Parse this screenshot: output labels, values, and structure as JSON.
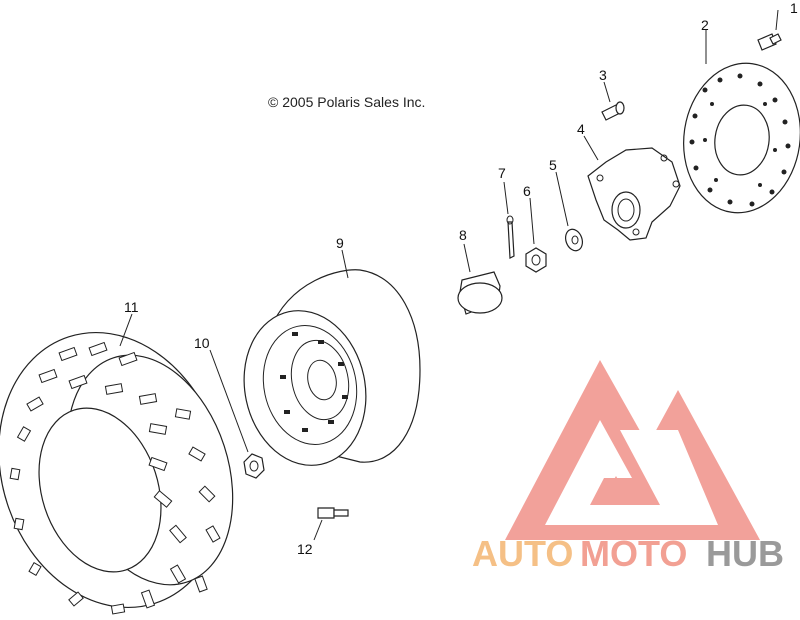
{
  "copyright": "© 2005 Polaris Sales Inc.",
  "callouts": [
    "1",
    "2",
    "3",
    "4",
    "5",
    "6",
    "7",
    "8",
    "9",
    "10",
    "11",
    "12"
  ],
  "brand": {
    "auto": "AUTO",
    "moto": "MOTO",
    "hub": "HUB",
    "color_auto": "#f5c086",
    "color_moto": "#f2a093",
    "color_hub": "#9a9a9a",
    "logo_color": "#f29c95"
  },
  "icons": [
    "logo-triangle-icon"
  ]
}
